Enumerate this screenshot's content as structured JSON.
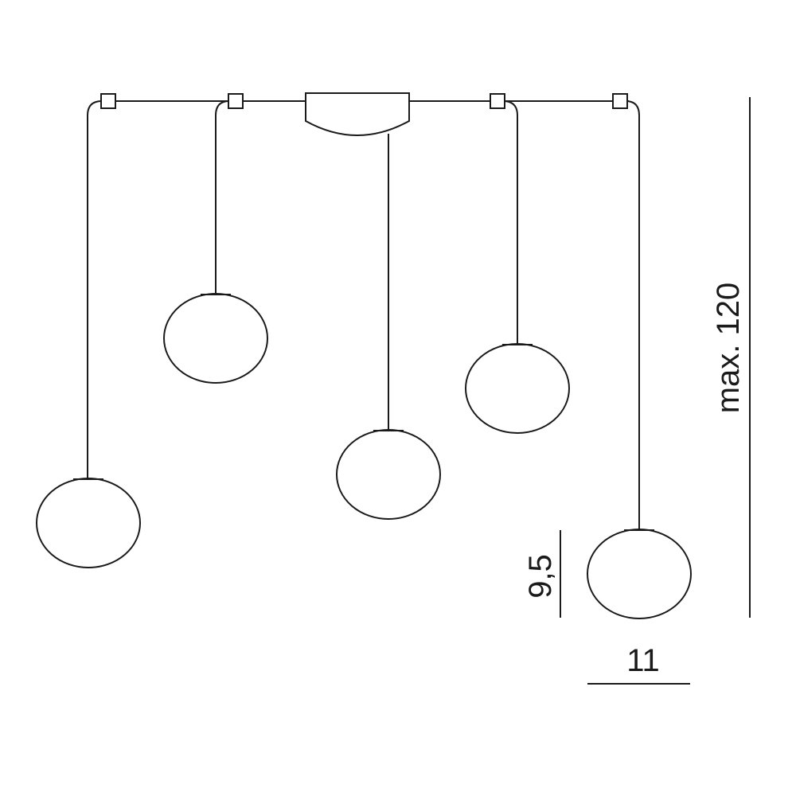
{
  "dimensions": {
    "total_height_label": "max. 120",
    "globe_height_label": "9,5",
    "globe_width_label": "11"
  },
  "components": {
    "globe_count": 5,
    "bracket_count": 4,
    "canopy_count": 1
  }
}
